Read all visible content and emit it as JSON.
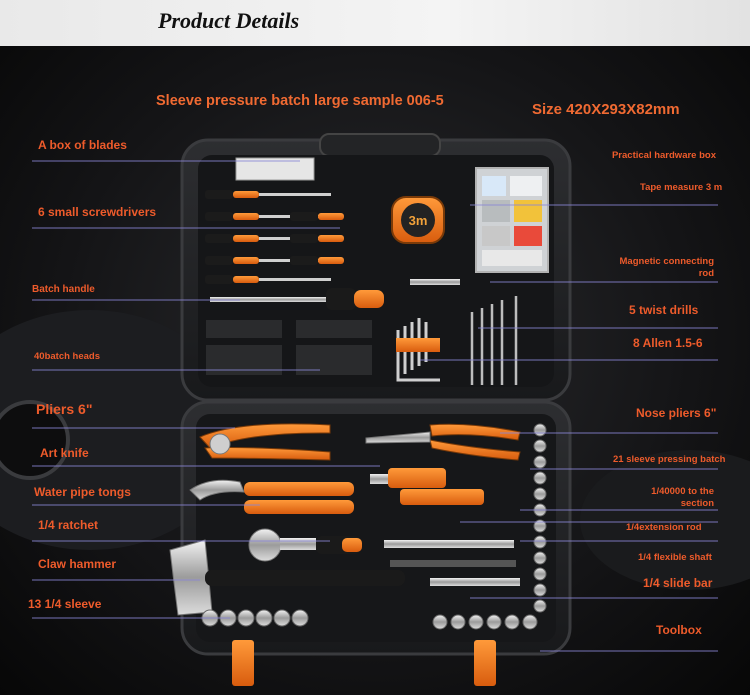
{
  "header": {
    "title": "Product Details"
  },
  "subtitle": "Sleeve pressure batch large sample 006-5",
  "size": "Size 420X293X82mm",
  "labels_left": [
    "A box of blades",
    "6 small screwdrivers",
    "Batch handle",
    "40batch heads",
    "Pliers 6\"",
    "Art knife",
    "Water pipe tongs",
    "1/4 ratchet",
    "Claw hammer",
    "13 1/4 sleeve"
  ],
  "labels_right": [
    "Practical hardware box",
    "Tape measure 3 m",
    "Magnetic connecting rod",
    "5 twist drills",
    "8 Allen 1.5-6",
    "Nose pliers 6\"",
    "21 sleeve pressing batch",
    "1/40000 to the section",
    "1/4extension rod",
    "1/4 flexible shaft",
    "1/4 slide bar",
    "Toolbox"
  ],
  "tape_mark": "3m",
  "colors": {
    "accent": "#ee5b2b",
    "tool_orange": "#f07c1e",
    "case": "#1e1f21"
  }
}
